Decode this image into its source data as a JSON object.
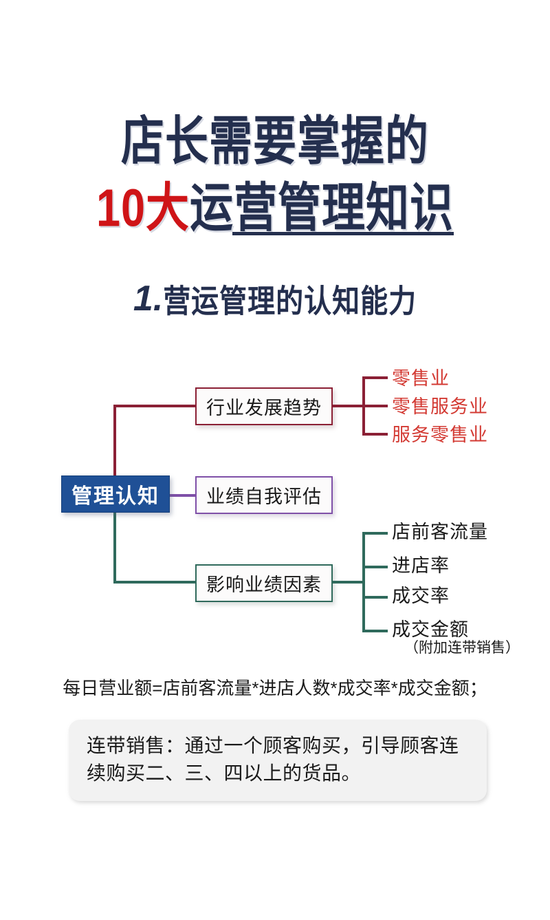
{
  "title": {
    "line1": "店长需要掌握的",
    "line2_highlight": "10大",
    "line2_rest": "运营管理知识",
    "navy": "#242f4e",
    "red": "#cf1417"
  },
  "subtitle": {
    "number": "1.",
    "text": "营运管理的认知能力"
  },
  "mindmap": {
    "root": "管理认知",
    "branches": [
      {
        "label": "行业发展趋势",
        "color": "#8b2035",
        "leaves": [
          "零售业",
          "零售服务业",
          "服务零售业"
        ]
      },
      {
        "label": "业绩自我评估",
        "color": "#7f50a8",
        "leaves": []
      },
      {
        "label": "影响业绩因素",
        "color": "#2f6a5c",
        "leaves": [
          "店前客流量",
          "进店率",
          "成交率",
          "成交金额"
        ],
        "leaf_note": "（附加连带销售）"
      }
    ]
  },
  "formula": "每日营业额=店前客流量*进店人数*成交率*成交金额；",
  "note": {
    "text": "连带销售：通过一个顾客购买，引导顾客连续购买二、三、四以上的货品。"
  }
}
